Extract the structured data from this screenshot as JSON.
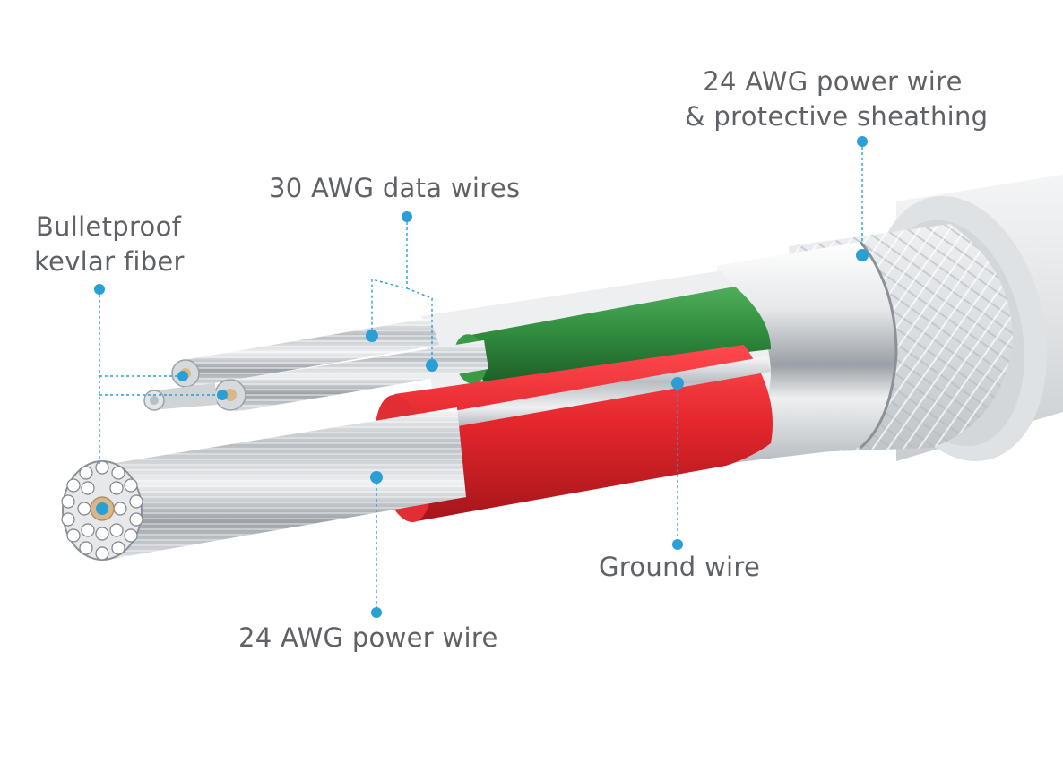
{
  "labels": {
    "sheathing_line1": "24 AWG power wire",
    "sheathing_line2": "& protective sheathing",
    "data_wires": "30 AWG data wires",
    "kevlar_line1": "Bulletproof",
    "kevlar_line2": "kevlar fiber",
    "ground_wire": "Ground wire",
    "power_wire": "24 AWG power wire"
  },
  "colors": {
    "callout": "#2a9fd6",
    "label_text": "#5e6266",
    "green_insulation": "#2f8a3c",
    "red_insulation": "#e0262c",
    "steel": "#c8cdd2",
    "outer_jacket": "#e9ebec"
  }
}
